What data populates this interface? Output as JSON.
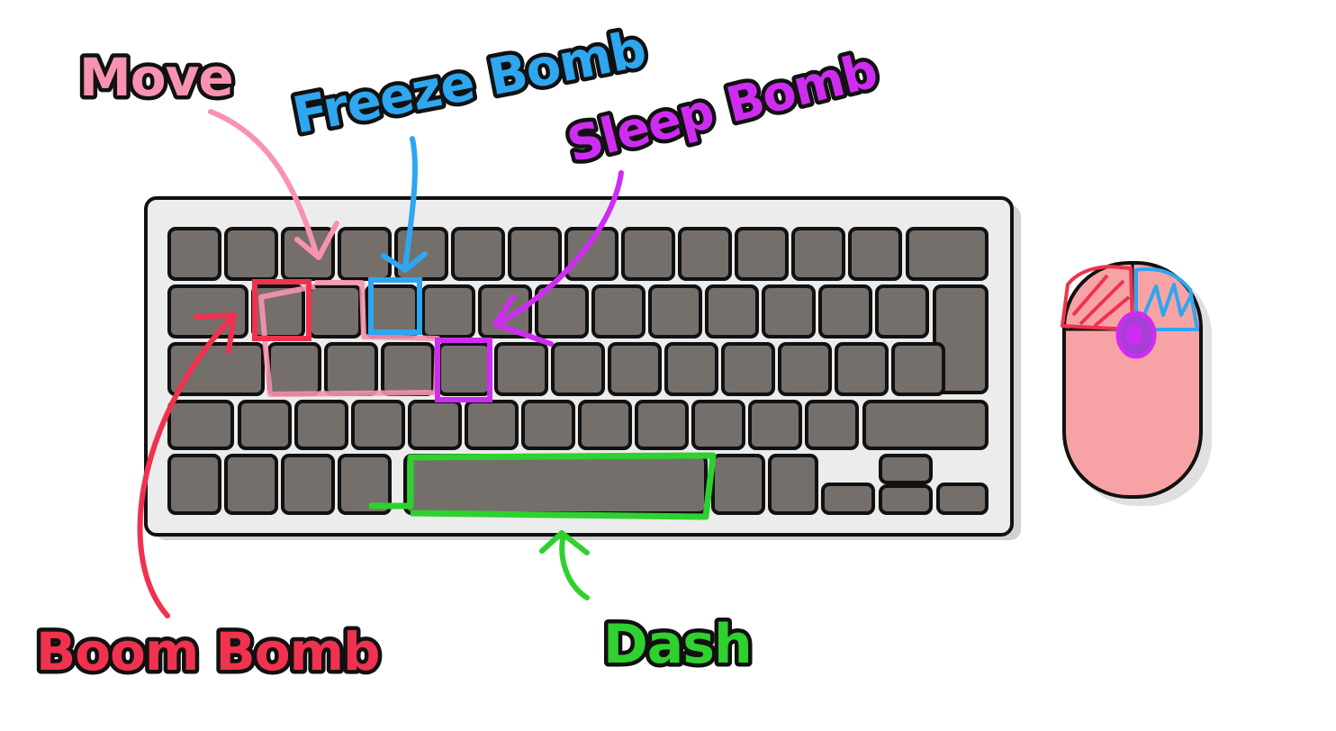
{
  "labels": {
    "move": "Move",
    "freeze_bomb": "Freeze Bomb",
    "sleep_bomb": "Sleep Bomb",
    "boom_bomb": "Boom Bomb",
    "dash": "Dash"
  },
  "colors": {
    "move": "#f793b0",
    "freeze_bomb": "#2ea6f0",
    "sleep_bomb": "#cf2cf2",
    "boom_bomb": "#f0324f",
    "dash": "#2fd12f",
    "key": "#756f6c",
    "keyboard_body": "#ececec",
    "mouse_body": "#f7a3a6"
  },
  "icons": [
    "keyboard-icon",
    "mouse-icon",
    "arrow-icon"
  ]
}
